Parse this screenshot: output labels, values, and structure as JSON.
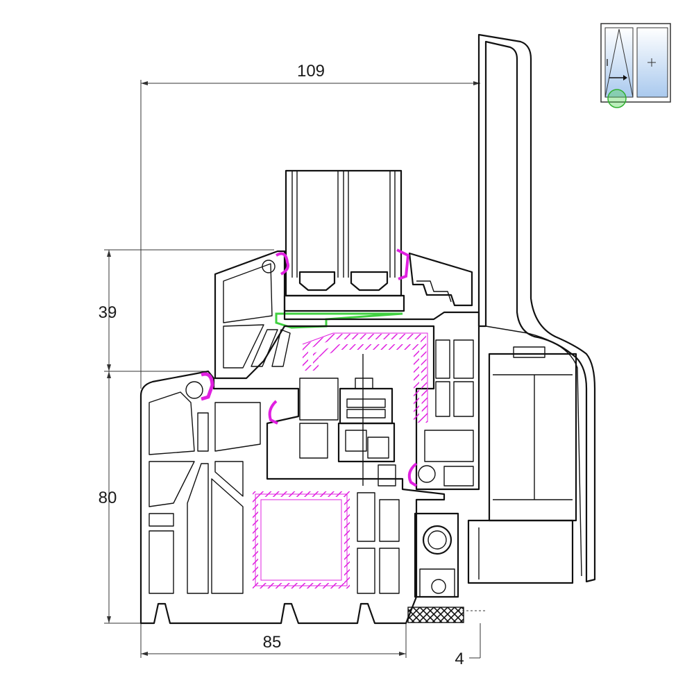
{
  "dimensions": {
    "total_width": "109",
    "upper_height": "39",
    "lower_height": "80",
    "frame_width": "85",
    "offset": "4"
  },
  "colors": {
    "line": "#111111",
    "gasket": "#e020e0",
    "highlight": "#40d040",
    "glass_icon": "#b8d4f0",
    "handle_fill": "#ffffff"
  },
  "icons": {
    "window_thumbnail": "tilt-turn-window-icon",
    "section_marker": "green-circle-marker"
  }
}
